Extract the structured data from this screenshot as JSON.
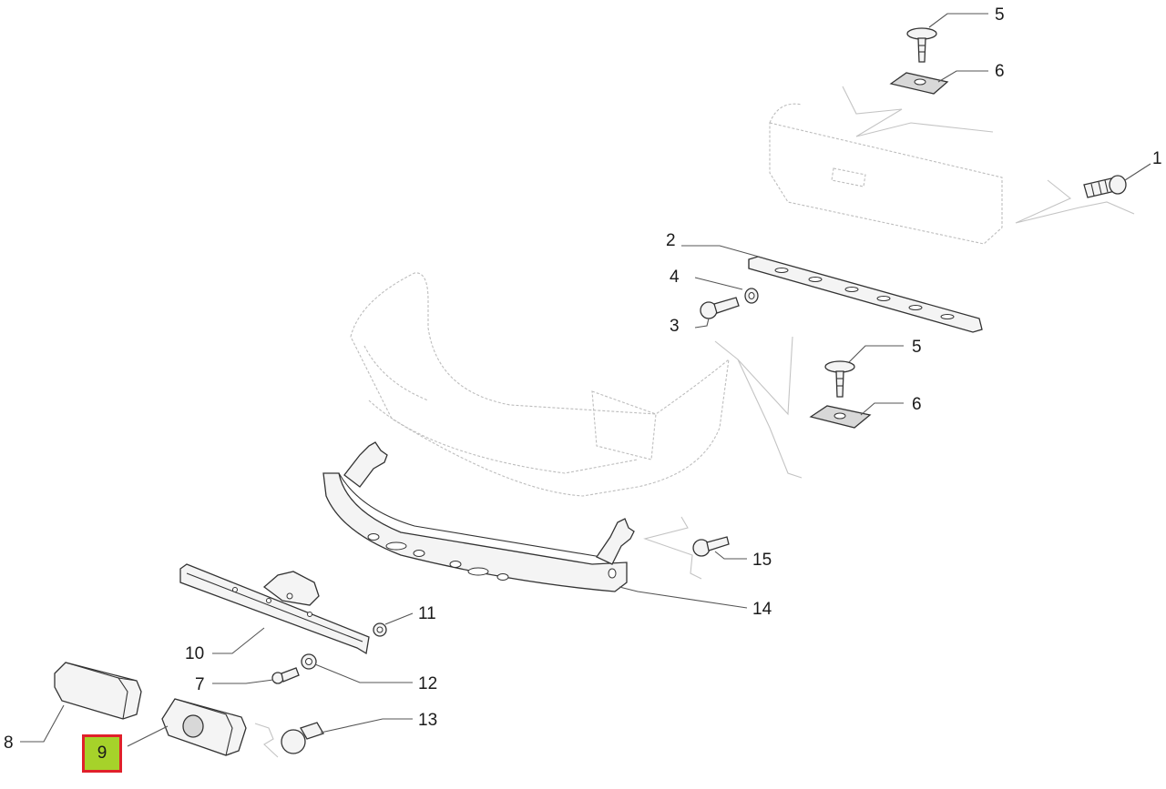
{
  "callouts": {
    "c1": "1",
    "c2": "2",
    "c3": "3",
    "c4": "4",
    "c5a": "5",
    "c5b": "5",
    "c6a": "6",
    "c6b": "6",
    "c7": "7",
    "c8": "8",
    "c9": "9",
    "c10": "10",
    "c11": "11",
    "c12": "12",
    "c13": "13",
    "c14": "14",
    "c15": "15"
  },
  "highlight": {
    "part": "9",
    "fill_color": "#a6d22a",
    "border_color": "#e0202a"
  }
}
